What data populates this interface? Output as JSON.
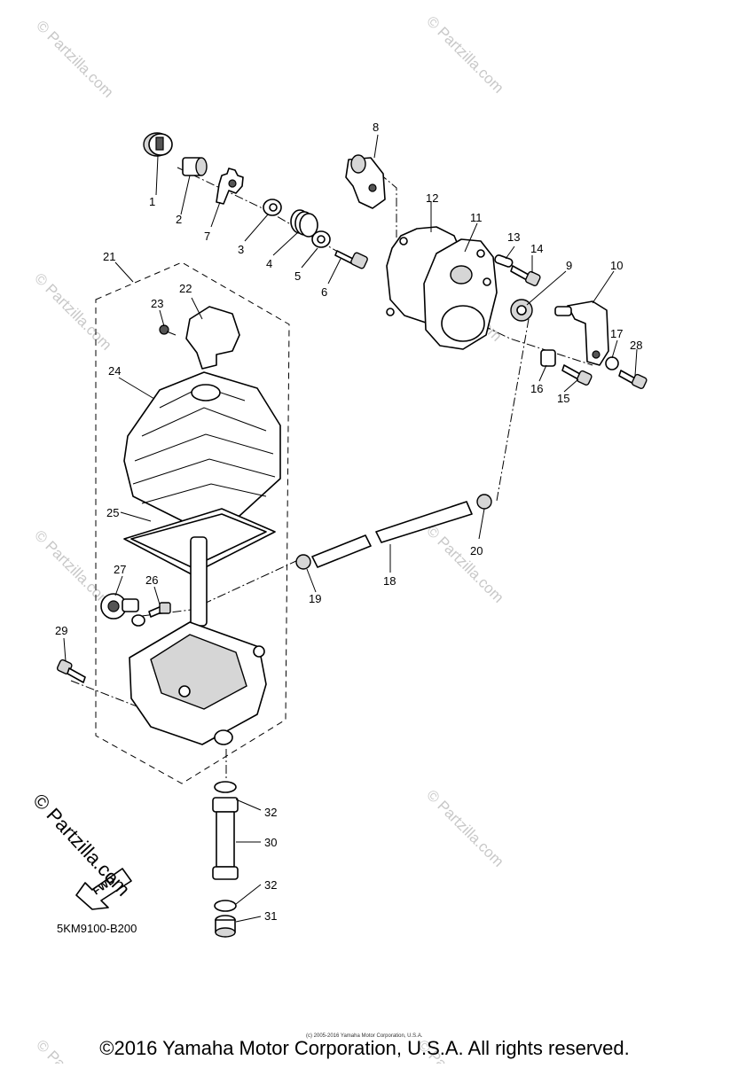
{
  "diagram": {
    "code": "5KM9100-B200",
    "fwd_label": "FWD",
    "copyright_small": "(c) 2005-2016 Yamaha Motor Corporation, U.S.A.",
    "copyright": "©2016 Yamaha Motor Corporation, U.S.A. All rights reserved.",
    "watermark": "© Partzilla.com",
    "brand_watermark": "© Partzilla.com"
  },
  "callouts": [
    "1",
    "2",
    "3",
    "4",
    "5",
    "6",
    "7",
    "8",
    "9",
    "10",
    "11",
    "12",
    "13",
    "14",
    "15",
    "16",
    "17",
    "18",
    "19",
    "20",
    "21",
    "22",
    "23",
    "24",
    "25",
    "26",
    "27",
    "28",
    "29",
    "30",
    "31",
    "32",
    "32"
  ]
}
